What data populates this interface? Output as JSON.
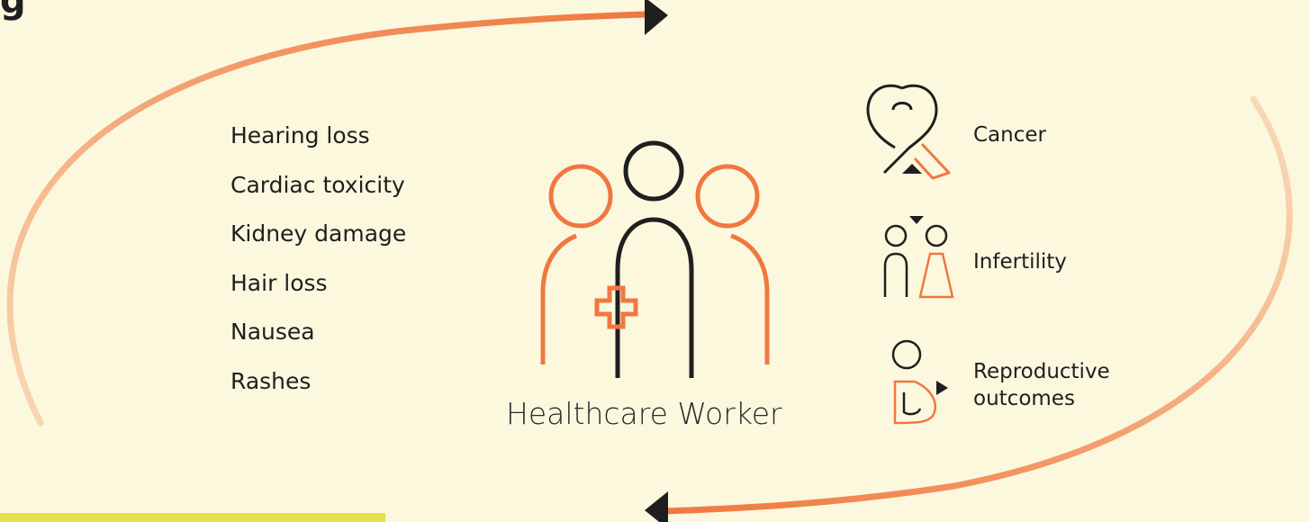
{
  "title_fragment": "g",
  "workplace_effects": [
    "Hearing loss",
    "Cardiac toxicity",
    "Kidney damage",
    "Hair loss",
    "Nausea",
    "Rashes"
  ],
  "center": {
    "label": "Healthcare Worker",
    "icon": "healthcare-workers-group-icon"
  },
  "outcomes": [
    {
      "label": "Cancer",
      "icon": "cancer-ribbon-icon"
    },
    {
      "label": "Infertility",
      "icon": "couple-icon"
    },
    {
      "label": "Reproductive outcomes",
      "icon": "pregnancy-icon"
    }
  ],
  "colors": {
    "background": "#FBF8DE",
    "accent_orange": "#F07840",
    "line_dark": "#1f1f1f",
    "loop_light": "#F8D4AE",
    "highlight_strip": "#E6E04A"
  }
}
